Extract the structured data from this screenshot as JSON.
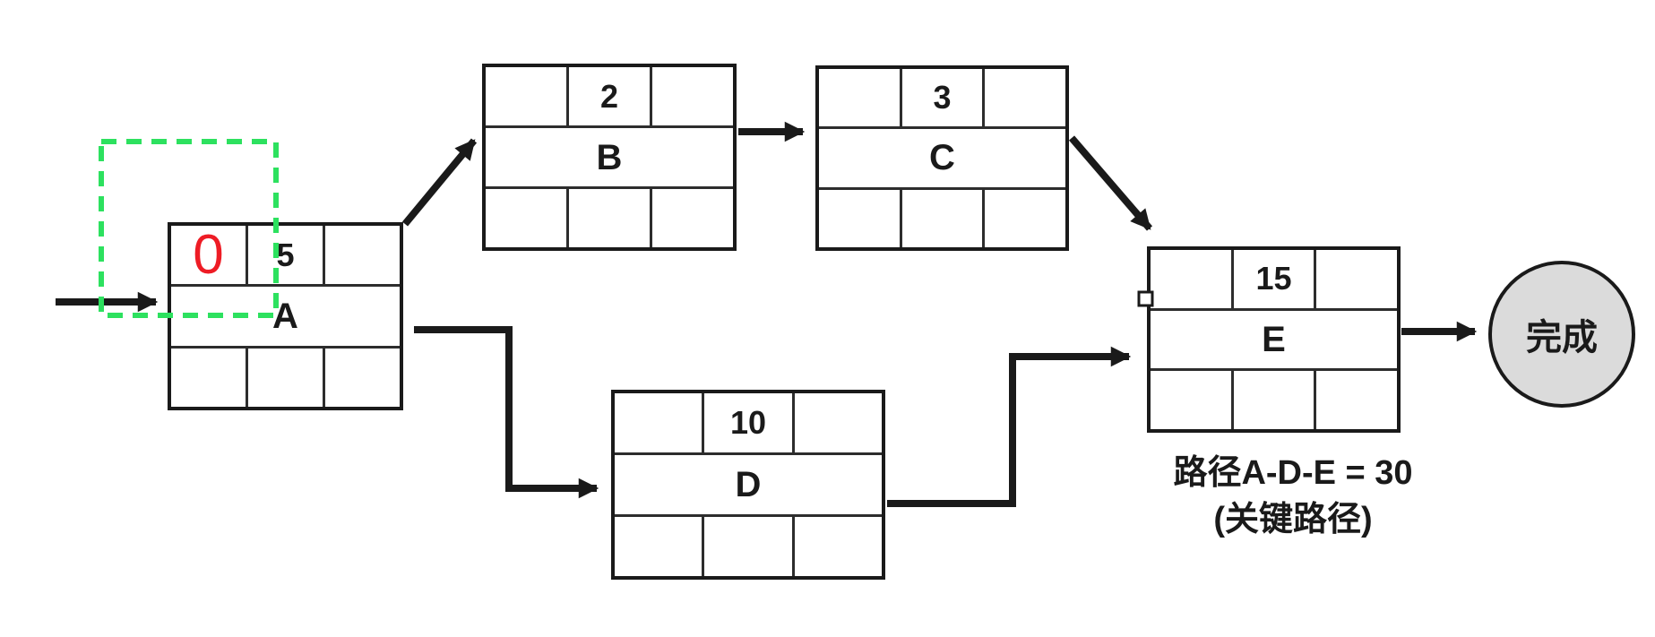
{
  "nodes": {
    "a": {
      "label": "A",
      "early_start": "0",
      "duration": "5"
    },
    "b": {
      "label": "B",
      "duration": "2"
    },
    "c": {
      "label": "C",
      "duration": "3"
    },
    "d": {
      "label": "D",
      "duration": "10"
    },
    "e": {
      "label": "E",
      "duration": "15"
    }
  },
  "finish": {
    "label": "完成"
  },
  "caption": {
    "line1": "路径A-D-E = 30",
    "line2": "(关键路径)"
  },
  "edges": [
    {
      "from": "start",
      "to": "A"
    },
    {
      "from": "A",
      "to": "B"
    },
    {
      "from": "B",
      "to": "C"
    },
    {
      "from": "C",
      "to": "E"
    },
    {
      "from": "A",
      "to": "D"
    },
    {
      "from": "D",
      "to": "E"
    },
    {
      "from": "E",
      "to": "finish"
    }
  ],
  "colors": {
    "line": "#1a1a1a",
    "highlight_red": "#ee1c25",
    "selection_green": "#2de15f",
    "finish_fill": "#dbdbdb"
  }
}
